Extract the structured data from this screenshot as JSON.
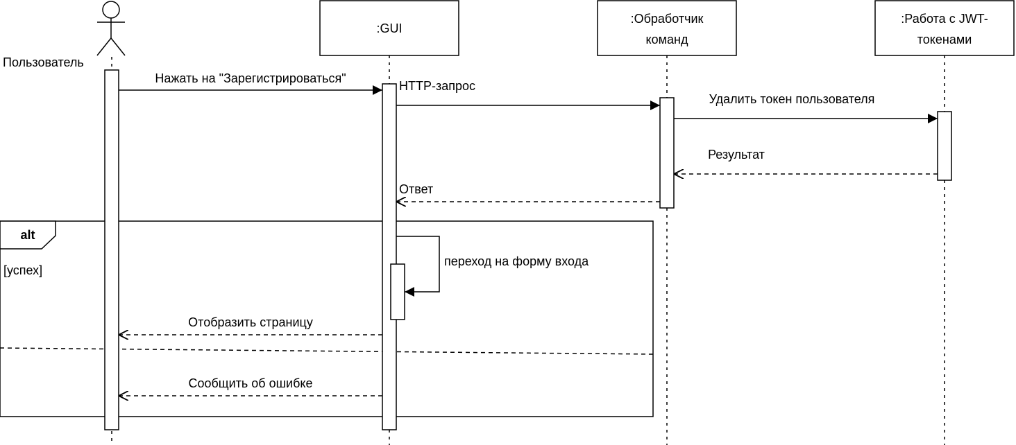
{
  "participants": {
    "user": {
      "label": "Пользователь"
    },
    "gui": {
      "label": ":GUI"
    },
    "handler": {
      "line1": ":Обработчик",
      "line2": "команд"
    },
    "jwt": {
      "line1": ":Работа с JWT-",
      "line2": "токенами"
    }
  },
  "messages": {
    "register": "Нажать на \"Зарегистрироваться\"",
    "http_request": "HTTP-запрос",
    "delete_token": "Удалить токен пользователя",
    "result": "Результат",
    "response": "Ответ",
    "go_to_login": "переход на форму входа",
    "show_page": "Отобразить страницу",
    "report_error": "Сообщить об ошибке"
  },
  "fragment": {
    "operator": "alt",
    "guard": "[успех]"
  },
  "colors": {
    "stroke": "#000000",
    "fill": "#ffffff"
  }
}
